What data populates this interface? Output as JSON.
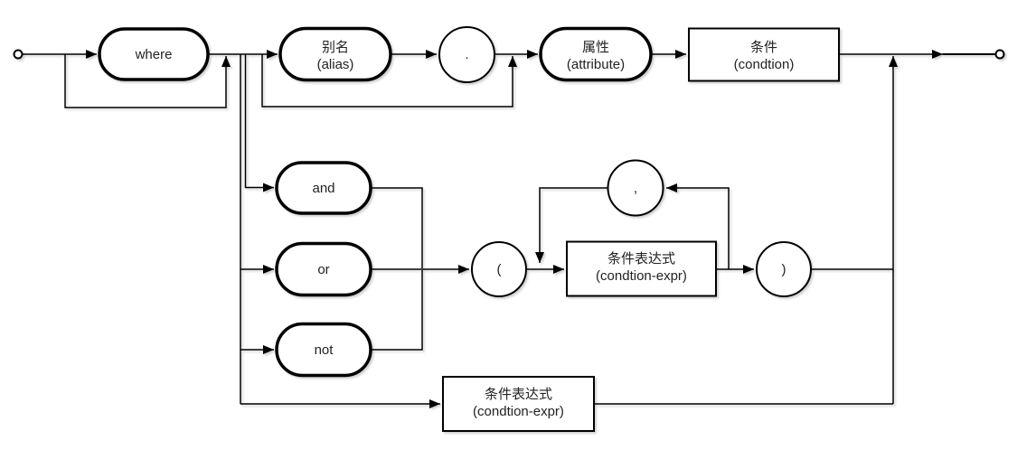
{
  "diagram": {
    "kind": "railroad-syntax-diagram",
    "nodes": {
      "where": {
        "label": "where"
      },
      "alias": {
        "line1": "别名",
        "line2": "(alias)"
      },
      "dot": {
        "label": "."
      },
      "attribute": {
        "line1": "属性",
        "line2": "(attribute)"
      },
      "condition": {
        "line1": "条件",
        "line2": "(condtion)"
      },
      "and": {
        "label": "and"
      },
      "or": {
        "label": "or"
      },
      "not": {
        "label": "not"
      },
      "open_paren": {
        "label": "("
      },
      "comma": {
        "label": ","
      },
      "condition_expr": {
        "line1": "条件表达式",
        "line2": "(condtion-expr)"
      },
      "close_paren": {
        "label": ")"
      },
      "condition_expr_bottom": {
        "line1": "条件表达式",
        "line2": "(condtion-expr)"
      }
    },
    "colors": {
      "line": "#000000",
      "text": "#222222",
      "background": "#ffffff"
    }
  }
}
